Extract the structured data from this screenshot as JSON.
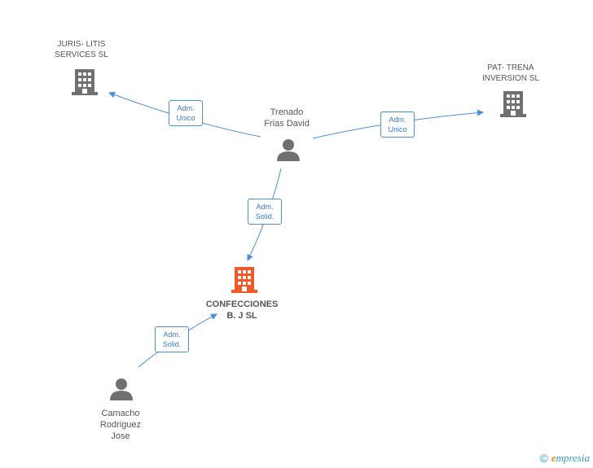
{
  "colors": {
    "edge": "#4a8fd8",
    "company_gray": "#707070",
    "company_main": "#f05a28",
    "person": "#707070"
  },
  "nodes": {
    "juris": {
      "label": "JURIS- LITIS\nSERVICES  SL",
      "type": "company"
    },
    "patrena": {
      "label": "PAT- TRENA\nINVERSION SL",
      "type": "company"
    },
    "trenado": {
      "label": "Trenado\nFrias David",
      "type": "person"
    },
    "confecciones": {
      "label": "CONFECCIONES\nB. J SL",
      "type": "company-main"
    },
    "camacho": {
      "label": "Camacho\nRodriguez\nJose",
      "type": "person"
    }
  },
  "edges": {
    "e1": {
      "line1": "Adm.",
      "line2": "Unico"
    },
    "e2": {
      "line1": "Adm.",
      "line2": "Unico"
    },
    "e3": {
      "line1": "Adm.",
      "line2": "Solid."
    },
    "e4": {
      "line1": "Adm.",
      "line2": "Solid."
    }
  },
  "footer": {
    "copyright_symbol": "©",
    "brand_initial": "e",
    "brand_rest": "mpresia"
  }
}
